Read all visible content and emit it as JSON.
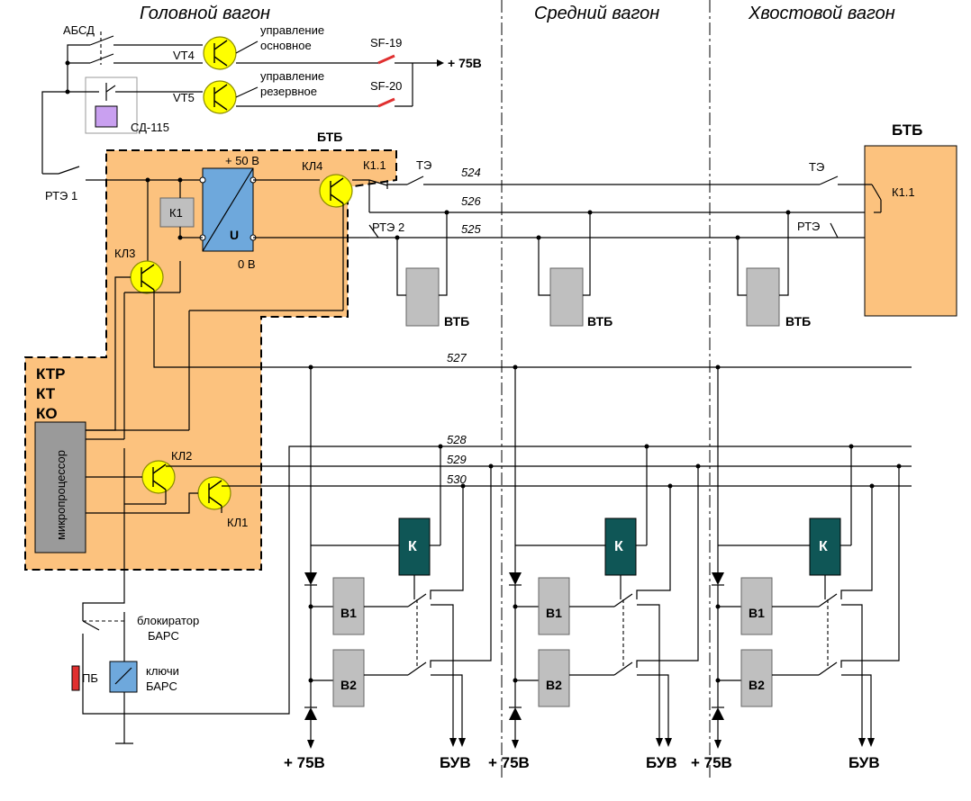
{
  "headers": {
    "head_car": "Головной вагон",
    "middle_car": "Средний вагон",
    "tail_car": "Хвостовой вагон"
  },
  "labels": {
    "absd": "АБСД",
    "vt4": "VT4",
    "vt5": "VT5",
    "control_main_1": "управление",
    "control_main_2": "основное",
    "control_reserve_1": "управление",
    "control_reserve_2": "резервное",
    "sf19": "SF-19",
    "sf20": "SF-20",
    "plus75_top": "+ 75В",
    "sd115": "СД-115",
    "btb_head": "БТБ",
    "rte1": "РТЭ 1",
    "plus50": "+ 50 В",
    "zero_v": "0 В",
    "u": "U",
    "k1": "К1",
    "kl4": "КЛ4",
    "k11_head": "К1.1",
    "te_head": "ТЭ",
    "rte2": "РТЭ 2",
    "kl3": "КЛ3",
    "ktr": "КТР",
    "kt": "КТ",
    "ko": "КО",
    "microprocessor": "микропроцессор",
    "kl2": "КЛ2",
    "kl1": "КЛ1",
    "blocker_1": "блокиратор",
    "blocker_2": "БАРС",
    "keys_1": "ключи",
    "keys_2": "БАРС",
    "pb": "ПБ",
    "btb_tail": "БТБ",
    "te_tail": "ТЭ",
    "k11_tail": "К1.1",
    "rte_tail": "РТЭ",
    "vtb": "ВТБ",
    "k": "К",
    "b1": "В1",
    "b2": "В2",
    "plus75_bottom": "+ 75В",
    "buv": "БУВ"
  },
  "wires": {
    "w524": "524",
    "w526": "526",
    "w525": "525",
    "w527": "527",
    "w528": "528",
    "w529": "529",
    "w530": "530"
  },
  "colors": {
    "control_block_fill": "#fcc27e",
    "transistor": "#ffff00",
    "converter": "#6ea8dc",
    "relay_k": "#0f5656",
    "gray_component": "#bfbfbf",
    "btb_tail_fill": "#fcc27e",
    "sd115_body": "#c9a0f0",
    "fuse": "#e03030"
  }
}
